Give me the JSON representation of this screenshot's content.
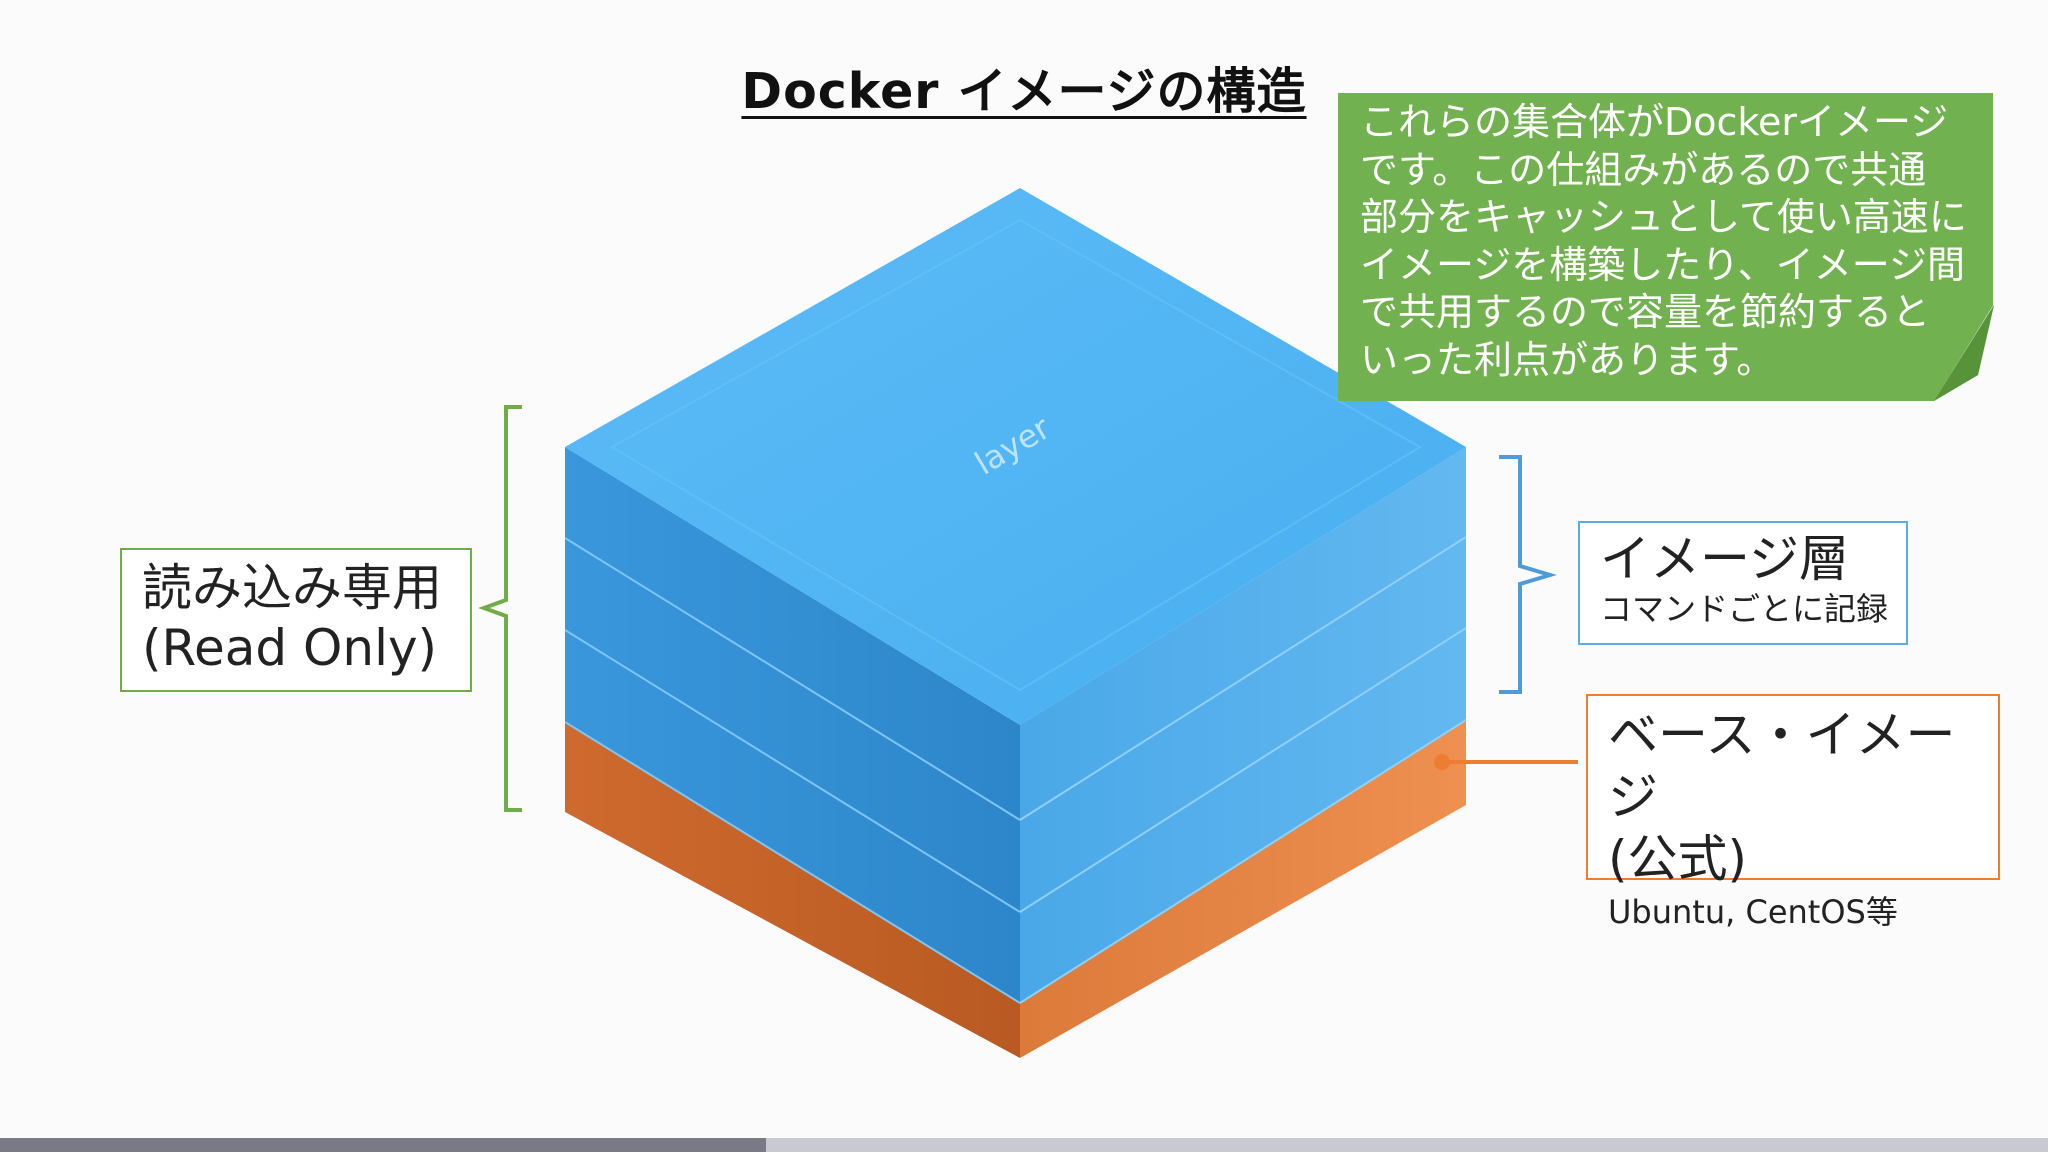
{
  "title": "Docker イメージの構造",
  "layer_label": "layer",
  "note": {
    "lines": [
      "これらの集合体がDockerイメージ",
      "です。この仕組みがあるので共通",
      "部分をキャッシュとして使い高速に",
      "イメージを構築したり、イメージ間",
      "で共用するので容量を節約すると",
      "いった利点があります。"
    ]
  },
  "readonly_label": {
    "line1": "読み込み専用",
    "line2": "(Read Only)"
  },
  "image_layer_label": {
    "title": "イメージ層",
    "subtitle": "コマンドごとに記録"
  },
  "base_image_label": {
    "line1": "ベース・イメージ",
    "line2": "(公式)",
    "subtitle": "Ubuntu, CentOS等"
  },
  "playback_progress": 0.374,
  "colors": {
    "layer_top": "#4fb4f4",
    "layer_left": "#2f8fd4",
    "layer_right": "#57b1ee",
    "base_left": "#c8632a",
    "base_right": "#e98847",
    "readonly_bracket": "#70ad47",
    "image_layer_bracket": "#4f9ad8",
    "base_connector": "#ed7d31",
    "note": "#72b14f"
  }
}
